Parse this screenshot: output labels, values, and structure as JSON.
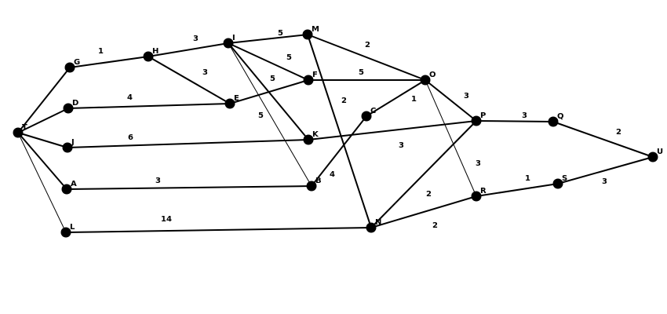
{
  "graph": {
    "nodes": [
      "T",
      "G",
      "D",
      "J",
      "A",
      "L",
      "H",
      "I",
      "M",
      "E",
      "F",
      "K",
      "B",
      "C",
      "N",
      "O",
      "P",
      "Q",
      "R",
      "S",
      "U"
    ],
    "edges": [
      {
        "from": "T",
        "to": "G",
        "weight": ""
      },
      {
        "from": "T",
        "to": "D",
        "weight": ""
      },
      {
        "from": "T",
        "to": "J",
        "weight": ""
      },
      {
        "from": "T",
        "to": "A",
        "weight": ""
      },
      {
        "from": "T",
        "to": "L",
        "weight": "",
        "thin": true
      },
      {
        "from": "G",
        "to": "H",
        "weight": "1"
      },
      {
        "from": "H",
        "to": "I",
        "weight": "3"
      },
      {
        "from": "H",
        "to": "E",
        "weight": "3"
      },
      {
        "from": "D",
        "to": "E",
        "weight": "4"
      },
      {
        "from": "E",
        "to": "F",
        "weight": ""
      },
      {
        "from": "I",
        "to": "M",
        "weight": "5"
      },
      {
        "from": "I",
        "to": "F",
        "weight": "5"
      },
      {
        "from": "I",
        "to": "K",
        "weight": "5"
      },
      {
        "from": "I",
        "to": "B",
        "weight": "5",
        "thin": true
      },
      {
        "from": "M",
        "to": "O",
        "weight": "2"
      },
      {
        "from": "M",
        "to": "N",
        "weight": "2"
      },
      {
        "from": "F",
        "to": "O",
        "weight": "5"
      },
      {
        "from": "C",
        "to": "O",
        "weight": "1"
      },
      {
        "from": "B",
        "to": "C",
        "weight": "4"
      },
      {
        "from": "J",
        "to": "K",
        "weight": "6"
      },
      {
        "from": "K",
        "to": "P",
        "weight": "3"
      },
      {
        "from": "A",
        "to": "B",
        "weight": "3"
      },
      {
        "from": "L",
        "to": "N",
        "weight": "14"
      },
      {
        "from": "O",
        "to": "P",
        "weight": "3"
      },
      {
        "from": "O",
        "to": "R",
        "weight": "3",
        "thin": true
      },
      {
        "from": "N",
        "to": "P",
        "weight": "2"
      },
      {
        "from": "N",
        "to": "R",
        "weight": "2"
      },
      {
        "from": "P",
        "to": "Q",
        "weight": "3"
      },
      {
        "from": "Q",
        "to": "U",
        "weight": "2"
      },
      {
        "from": "R",
        "to": "S",
        "weight": "1"
      },
      {
        "from": "S",
        "to": "U",
        "weight": "3"
      }
    ]
  }
}
